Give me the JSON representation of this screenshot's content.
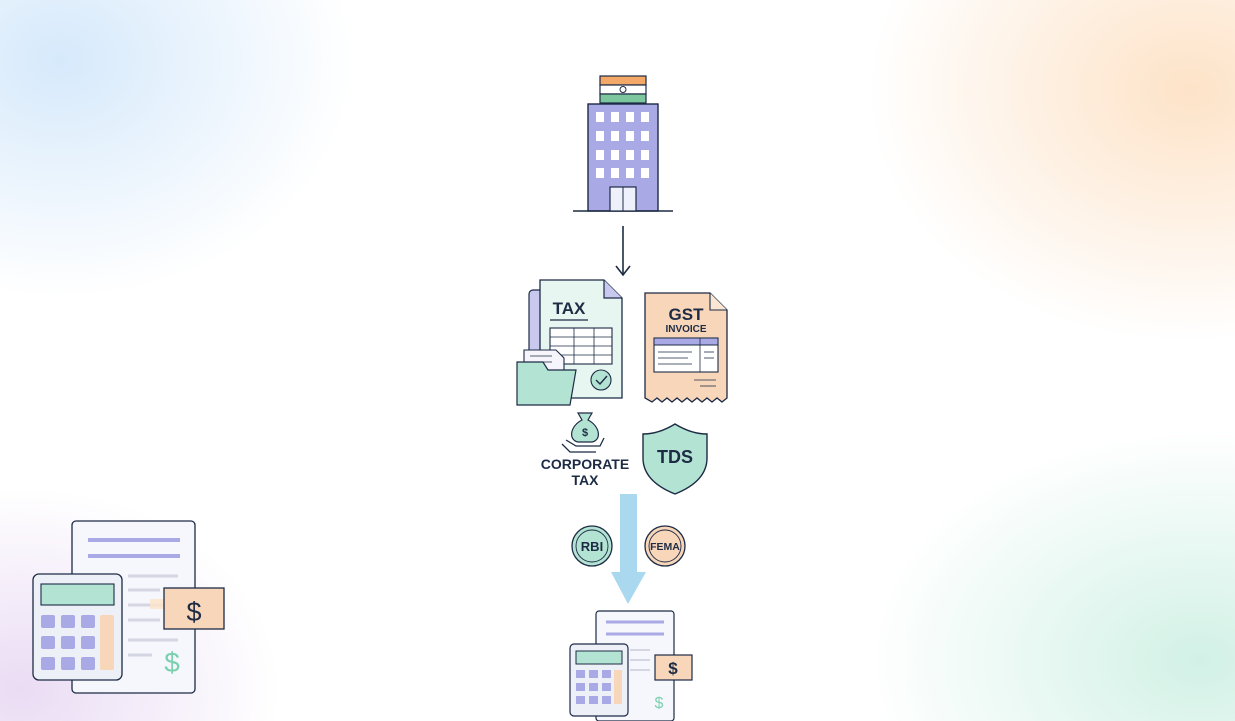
{
  "flag_icon": "india-flag-icon",
  "building_icon": "corporate-building-icon",
  "tax_document": {
    "title": "TAX"
  },
  "gst_invoice": {
    "title": "GST",
    "subtitle": "INVOICE"
  },
  "corporate_tax": {
    "line1": "CORPORATE",
    "line2": "TAX",
    "icon": "money-bag-hand-icon",
    "symbol": "$"
  },
  "tds": {
    "label": "TDS",
    "icon": "shield-icon"
  },
  "rbi": {
    "label": "RBI"
  },
  "fema": {
    "label": "FEMA"
  },
  "calculator_bottom_left": {
    "dollar": "$",
    "dollar_green": "$"
  },
  "calculator_bottom_center": {
    "dollar": "$",
    "dollar_green": "$"
  },
  "colors": {
    "navy": "#1d2b45",
    "lavender": "#a9a9e6",
    "mint": "#b3e4d3",
    "peach": "#f8d6ba",
    "sky_arrow": "#a9d8ef"
  }
}
